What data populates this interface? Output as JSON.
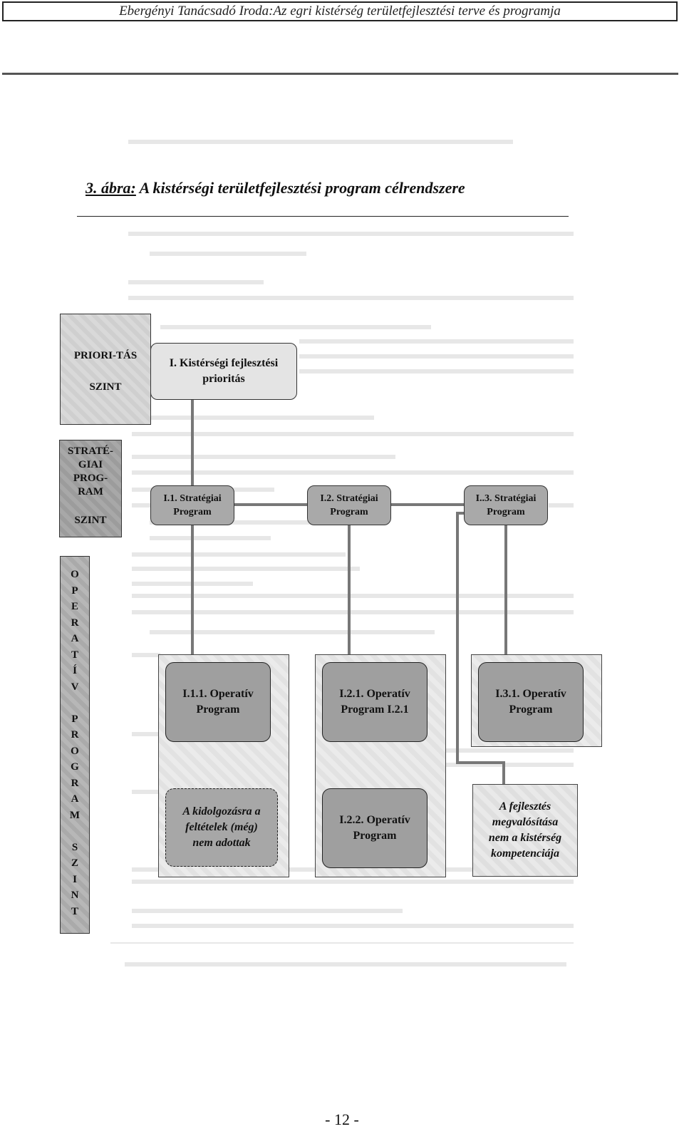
{
  "header": {
    "author": "Ebergényi Tanácsadó Iroda:",
    "doc_title": "Az egri kistérség területfejlesztési terve és programja"
  },
  "figure": {
    "label": "3. ábra:",
    "title": "A kistérségi területfejlesztési program célrendszere"
  },
  "levels": {
    "priority": {
      "line1": "PRIORI-TÁS",
      "line2": "SZINT"
    },
    "strategic": {
      "line1": "STRATÉ-GIAI PROG-RAM",
      "line2": "SZINT"
    },
    "operative": {
      "letters": [
        "O",
        "P",
        "E",
        "R",
        "A",
        "T",
        "Í",
        "V",
        "",
        "P",
        "R",
        "O",
        "G",
        "R",
        "A",
        "M",
        "",
        "S",
        "Z",
        "I",
        "N",
        "T"
      ]
    }
  },
  "nodes": {
    "priority": {
      "line1": "I. Kistérségi fejlesztési",
      "line2": "prioritás"
    },
    "strategic": [
      {
        "line1": "I.1. Stratégiai",
        "line2": "Program"
      },
      {
        "line1": "I.2. Stratégiai",
        "line2": "Program"
      },
      {
        "line1": "I..3. Stratégiai",
        "line2": "Program"
      }
    ],
    "operative": [
      {
        "line1": "I.1.1. Operatív",
        "line2": "Program"
      },
      {
        "line1": "I.2.1. Operatív",
        "line2": "Program I.2.1"
      },
      {
        "line1": "I.3.1. Operatív",
        "line2": "Program"
      },
      {
        "line1": "I.2.2. Operatív",
        "line2": "Program"
      }
    ],
    "not_ready": {
      "line1": "A kidolgozásra a",
      "line2": "feltételek (még)",
      "line3": "nem adottak"
    },
    "outside": {
      "line1": "A fejlesztés",
      "line2": "megvalósítása",
      "line3": "nem a kistérség",
      "line4": "kompetenciája"
    }
  },
  "page_number": "- 12 -"
}
